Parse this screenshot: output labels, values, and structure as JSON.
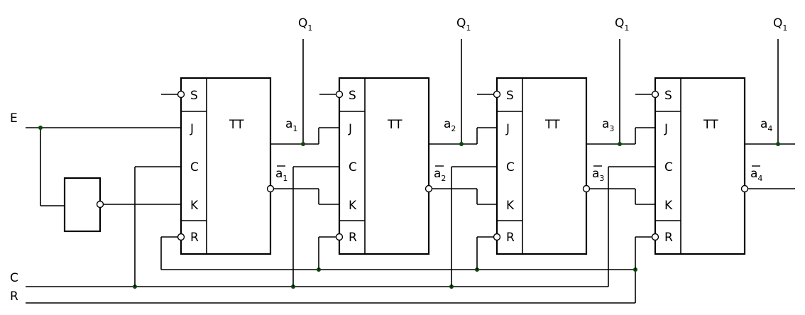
{
  "inputs": {
    "e": "E",
    "c": "C",
    "r": "R"
  },
  "flipflops": [
    {
      "type": "TT",
      "pins": [
        "S",
        "J",
        "C",
        "K",
        "R"
      ],
      "out": "a",
      "out_sub": "1",
      "inv_out": "a",
      "inv_sub": "1",
      "q": "Q",
      "q_sub": "1"
    },
    {
      "type": "TT",
      "pins": [
        "S",
        "J",
        "C",
        "K",
        "R"
      ],
      "out": "a",
      "out_sub": "2",
      "inv_out": "a",
      "inv_sub": "2",
      "q": "Q",
      "q_sub": "1"
    },
    {
      "type": "TT",
      "pins": [
        "S",
        "J",
        "C",
        "K",
        "R"
      ],
      "out": "a",
      "out_sub": "3",
      "inv_out": "a",
      "inv_sub": "3",
      "q": "Q",
      "q_sub": "1"
    },
    {
      "type": "TT",
      "pins": [
        "S",
        "J",
        "C",
        "K",
        "R"
      ],
      "out": "a",
      "out_sub": "4",
      "inv_out": "a",
      "inv_sub": "4",
      "q": "Q",
      "q_sub": "1"
    }
  ],
  "colors": {
    "line": "#000000",
    "junction": "#0a4a0a",
    "background": "#ffffff"
  }
}
